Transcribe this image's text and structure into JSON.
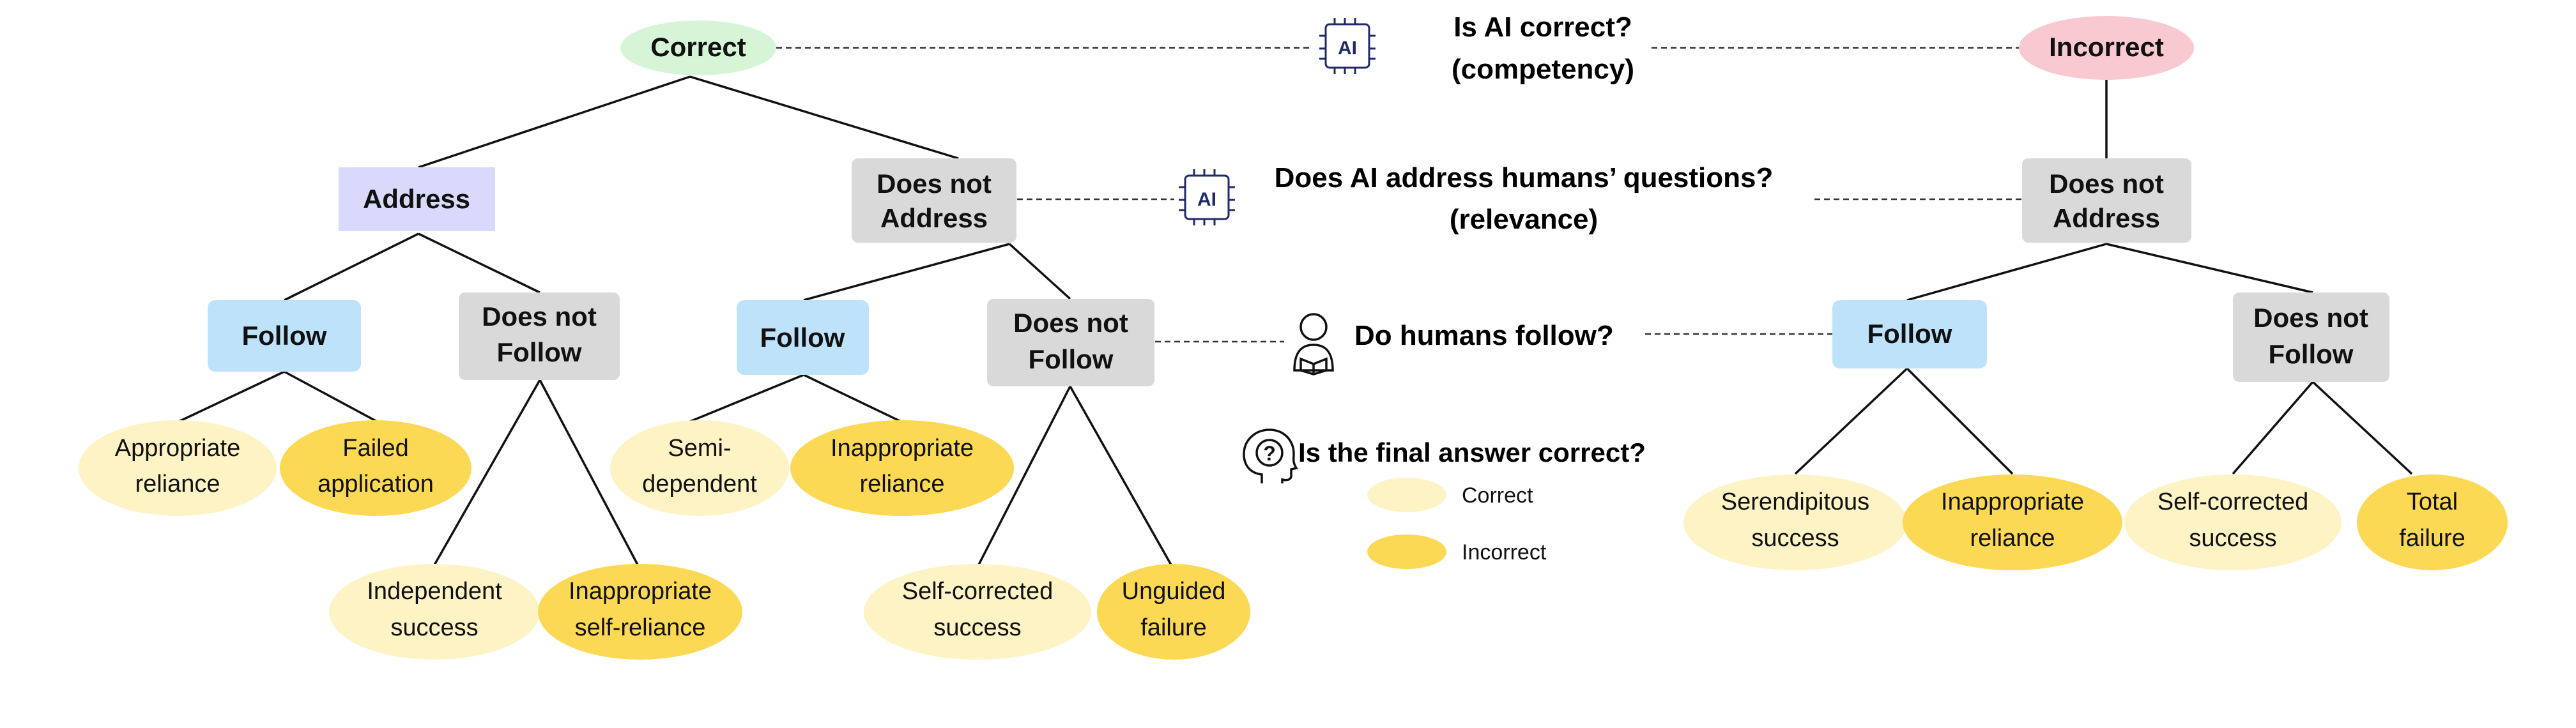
{
  "colors": {
    "correct_root": "#d6f5d6",
    "incorrect_root": "#f8c9d0",
    "address": "#d9d9fb",
    "does_not": "#d9d9d9",
    "follow": "#bfe2fb",
    "outcome_correct": "#fdf3c4",
    "outcome_incorrect": "#fbd955",
    "line": "#111111",
    "dash": "#333333"
  },
  "roots": {
    "correct": "Correct",
    "incorrect": "Incorrect"
  },
  "questions": {
    "q1_line1": "Is AI correct?",
    "q1_line2": "(competency)",
    "q2_line1": "Does AI address humans’ questions?",
    "q2_line2": "(relevance)",
    "q3": "Do humans follow?",
    "q4": "Is the final answer correct?"
  },
  "icons": {
    "ai_chip_label": "AI",
    "human": "person-reading-icon",
    "head": "head-question-icon"
  },
  "legend": {
    "correct": "Correct",
    "incorrect": "Incorrect"
  },
  "level2": {
    "address": "Address",
    "dna_left_l1": "Does not",
    "dna_left_l2": "Address",
    "dna_right_l1": "Does not",
    "dna_right_l2": "Address"
  },
  "level3": {
    "follow": "Follow",
    "dnf_l1": "Does not",
    "dnf_l2": "Follow"
  },
  "outcomes": {
    "o1_l1": "Appropriate",
    "o1_l2": "reliance",
    "o2_l1": "Failed",
    "o2_l2": "application",
    "o3_l1": "Independent",
    "o3_l2": "success",
    "o4_l1": "Inappropriate",
    "o4_l2": "self-reliance",
    "o5_l1": "Semi-",
    "o5_l2": "dependent",
    "o6_l1": "Inappropriate",
    "o6_l2": "reliance",
    "o7_l1": "Self-corrected",
    "o7_l2": "success",
    "o8_l1": "Unguided",
    "o8_l2": "failure",
    "o9_l1": "Serendipitous",
    "o9_l2": "success",
    "o10_l1": "Inappropriate",
    "o10_l2": "reliance",
    "o11_l1": "Self-corrected",
    "o11_l2": "success",
    "o12_l1": "Total",
    "o12_l2": "failure"
  }
}
